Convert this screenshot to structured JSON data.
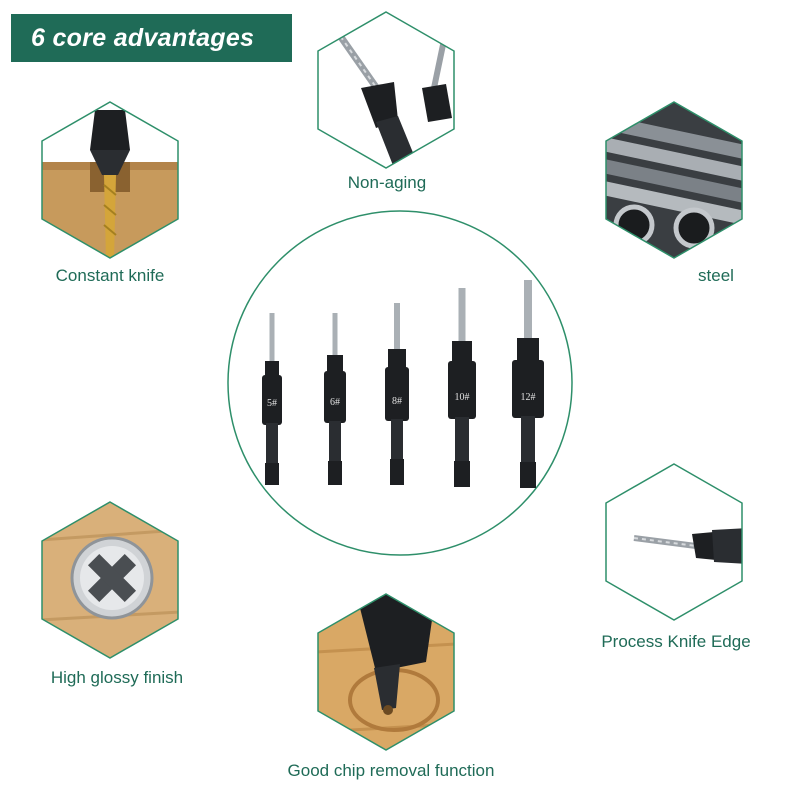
{
  "title": "6 core advantages",
  "colors": {
    "accent": "#1f6b57",
    "outline": "#2e8f6a",
    "wood": "#c79a5c",
    "metal": "#8a9096",
    "bit": "#1d1f22"
  },
  "features": [
    {
      "name": "non-aging",
      "caption": "Non-aging",
      "icon": "drill-bit-icon"
    },
    {
      "name": "constant-knife",
      "caption": "Constant knife",
      "icon": "drill-in-wood-icon"
    },
    {
      "name": "steel",
      "caption": "steel",
      "icon": "steel-tubes-icon"
    },
    {
      "name": "process-knife-edge",
      "caption": "Process Knife Edge",
      "icon": "knife-edge-icon"
    },
    {
      "name": "high-glossy-finish",
      "caption": "High glossy finish",
      "icon": "screw-icon"
    },
    {
      "name": "good-chip-removal",
      "caption": "Good chip removal function",
      "icon": "drill-machine-icon"
    }
  ],
  "bits": [
    {
      "label": "5#"
    },
    {
      "label": "6#"
    },
    {
      "label": "8#"
    },
    {
      "label": "10#"
    },
    {
      "label": "12#"
    }
  ]
}
